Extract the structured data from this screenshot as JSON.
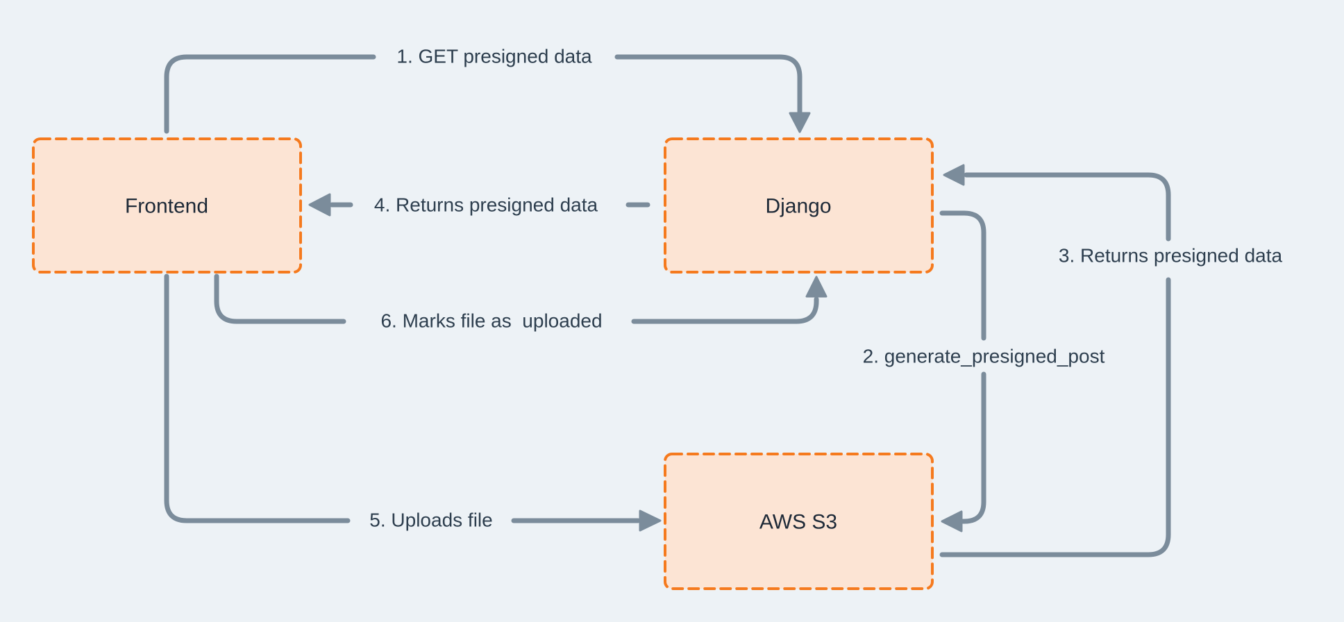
{
  "diagram": {
    "colors": {
      "background": "#edf2f6",
      "node_fill": "#fce4d4",
      "node_border": "#f57a1e",
      "arrow": "#7b8c9b",
      "flow_label_text": "#2d3e4e",
      "node_label_text": "#1d2937"
    },
    "nodes": {
      "frontend": {
        "label": "Frontend"
      },
      "django": {
        "label": "Django"
      },
      "aws_s3": {
        "label": "AWS S3"
      }
    },
    "flows": [
      {
        "step": 1,
        "label": "1. GET presigned data",
        "from": "Frontend",
        "to": "Django"
      },
      {
        "step": 2,
        "label": "2. generate_presigned_post",
        "from": "Django",
        "to": "AWS S3"
      },
      {
        "step": 3,
        "label": "3. Returns presigned data",
        "from": "AWS S3",
        "to": "Django"
      },
      {
        "step": 4,
        "label": "4. Returns presigned data",
        "from": "Django",
        "to": "Frontend"
      },
      {
        "step": 5,
        "label": "5. Uploads file",
        "from": "Frontend",
        "to": "AWS S3"
      },
      {
        "step": 6,
        "label": "6. Marks file as  uploaded",
        "from": "Frontend",
        "to": "Django"
      }
    ]
  }
}
